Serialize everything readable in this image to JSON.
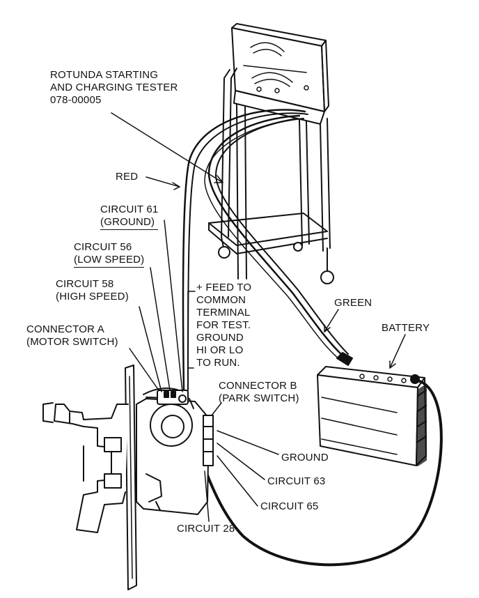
{
  "labels": {
    "tester": [
      "ROTUNDA STARTING",
      "AND CHARGING TESTER",
      "078-00005"
    ],
    "red": "RED",
    "circuit61": [
      "CIRCUIT 61",
      "(GROUND)"
    ],
    "circuit56": [
      "CIRCUIT 56",
      "(LOW SPEED)"
    ],
    "circuit58": [
      "CIRCUIT 58",
      "(HIGH SPEED)"
    ],
    "connectorA": [
      "CONNECTOR A",
      "(MOTOR SWITCH)"
    ],
    "feed": [
      "+ FEED TO",
      "COMMON",
      "TERMINAL",
      "FOR TEST.",
      "GROUND",
      "HI OR LO",
      "TO RUN."
    ],
    "green": "GREEN",
    "battery": "BATTERY",
    "connectorB": [
      "CONNECTOR B",
      "(PARK SWITCH)"
    ],
    "ground": "GROUND",
    "circuit63": "CIRCUIT 63",
    "circuit65": "CIRCUIT 65",
    "circuit28": "CIRCUIT 28"
  }
}
